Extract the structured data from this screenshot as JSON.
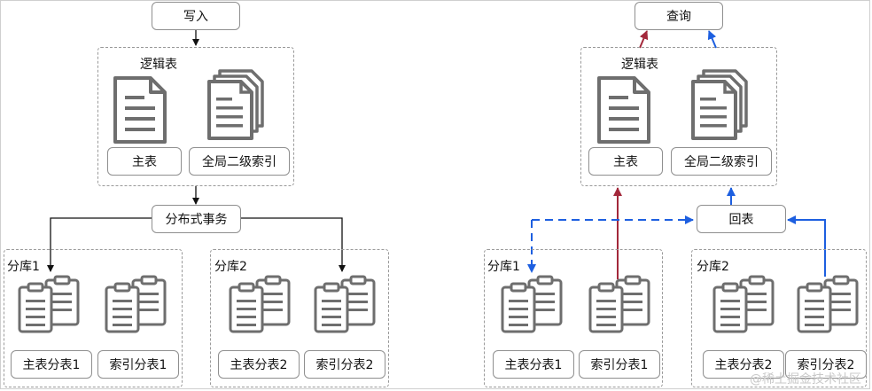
{
  "left": {
    "write": "写入",
    "logical_table": "逻辑表",
    "main_table": "主表",
    "global_index": "全局二级索引",
    "dist_tx": "分布式事务",
    "shard1": {
      "label": "分库1",
      "main": "主表分表1",
      "index": "索引分表1"
    },
    "shard2": {
      "label": "分库2",
      "main": "主表分表2",
      "index": "索引分表2"
    }
  },
  "right": {
    "query": "查询",
    "logical_table": "逻辑表",
    "main_table": "主表",
    "global_index": "全局二级索引",
    "back_table": "回表",
    "shard1": {
      "label": "分库1",
      "main": "主表分表1",
      "index": "索引分表1"
    },
    "shard2": {
      "label": "分库2",
      "main": "主表分表2",
      "index": "索引分表2"
    }
  },
  "watermark": "@稀土掘金技术社区",
  "colors": {
    "red_arrow": "#a3283b",
    "blue_arrow": "#1d5fe0",
    "icon_gray": "#6e6e6e",
    "border": "#8f8f8f"
  }
}
